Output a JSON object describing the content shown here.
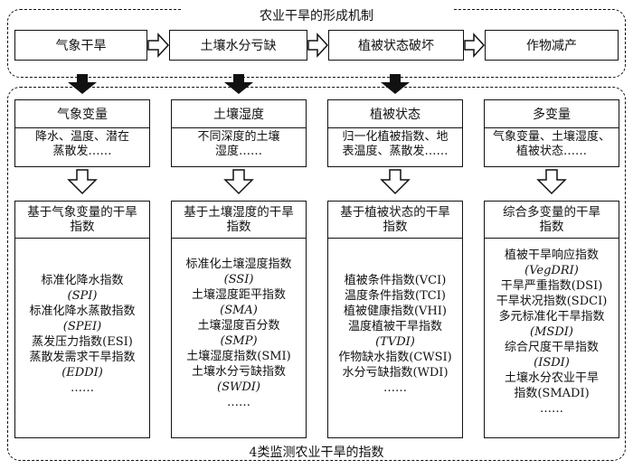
{
  "top": {
    "title": "农业干旱的形成机制",
    "stages": [
      "气象干旱",
      "土壤水分亏缺",
      "植被状态破坏",
      "作物减产"
    ]
  },
  "bottom": {
    "title": "4类监测农业干旱的指数",
    "columns": [
      {
        "variable": "气象变量",
        "desc": [
          "降水、温度、潜在",
          "蒸散发……"
        ],
        "index_head": [
          "基于气象变量的干旱",
          "指数"
        ],
        "indices": [
          "标准化降水指数",
          "(SPI)",
          "标准化降水蒸散指数",
          "(SPEI)",
          "蒸发压力指数(ESI)",
          "蒸散发需求干旱指数",
          "(EDDI)",
          "……"
        ]
      },
      {
        "variable": "土壤湿度",
        "desc": [
          "不同深度的土壤",
          "湿度……"
        ],
        "index_head": [
          "基于土壤湿度的干旱",
          "指数"
        ],
        "indices": [
          "标准化土壤湿度指数",
          "(SSI)",
          "土壤湿度距平指数",
          "(SMA)",
          "土壤湿度百分数",
          "(SMP)",
          "土壤湿度指数(SMI)",
          "土壤水分亏缺指数",
          "(SWDI)",
          "……"
        ]
      },
      {
        "variable": "植被状态",
        "desc": [
          "归一化植被指数、地",
          "表温度、蒸散发……"
        ],
        "index_head": [
          "基于植被状态的干旱",
          "指数"
        ],
        "indices": [
          "植被条件指数(VCI)",
          "温度条件指数(TCI)",
          "植被健康指数(VHI)",
          "温度植被干旱指数",
          "(TVDI)",
          "作物缺水指数(CWSI)",
          "水分亏缺指数(WDI)",
          "……"
        ]
      },
      {
        "variable": "多变量",
        "desc": [
          "气象变量、土壤湿度、",
          "植被状态……"
        ],
        "index_head": [
          "综合多变量的干旱",
          "指数"
        ],
        "indices": [
          "植被干旱响应指数",
          "(VegDRI)",
          "干旱严重指数(DSI)",
          "干旱状况指数(SDCI)",
          "多元标准化干旱指数",
          "(MSDI)",
          "综合尺度干旱指数",
          "(ISDI)",
          "土壤水分农业干旱",
          "指数(SMADI)",
          "……"
        ]
      }
    ]
  }
}
